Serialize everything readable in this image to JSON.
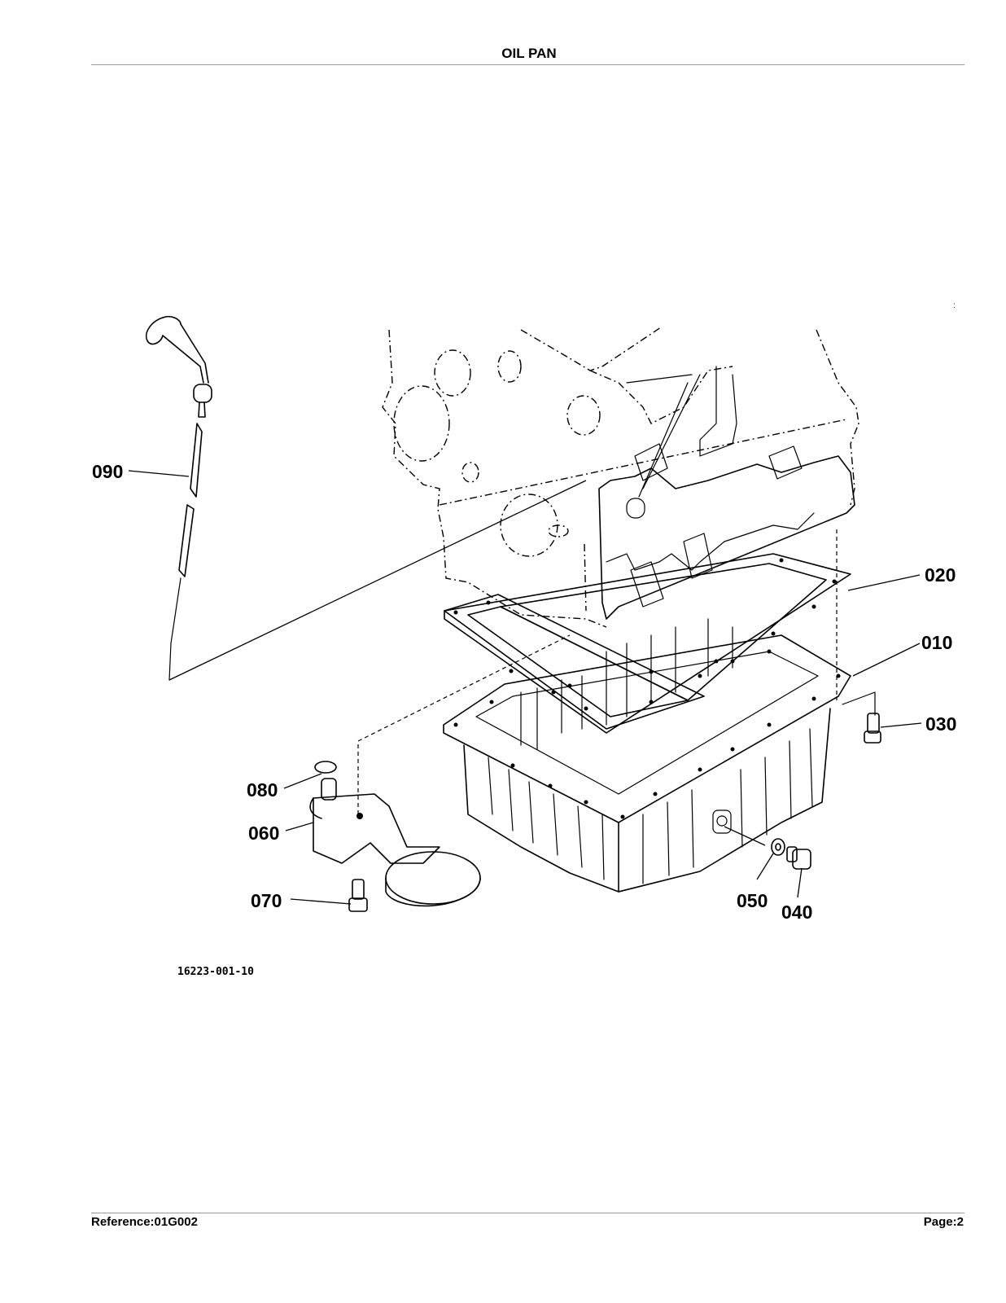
{
  "header": {
    "title": "OIL PAN"
  },
  "footer": {
    "reference": "Reference:01G002",
    "page": "Page:2"
  },
  "figure": {
    "figure_number": "16223-001-10",
    "stray_mark": ":",
    "callouts": {
      "c090": "090",
      "c020": "020",
      "c010": "010",
      "c030": "030",
      "c080": "080",
      "c060": "060",
      "c070": "070",
      "c050": "050",
      "c040": "040"
    }
  }
}
